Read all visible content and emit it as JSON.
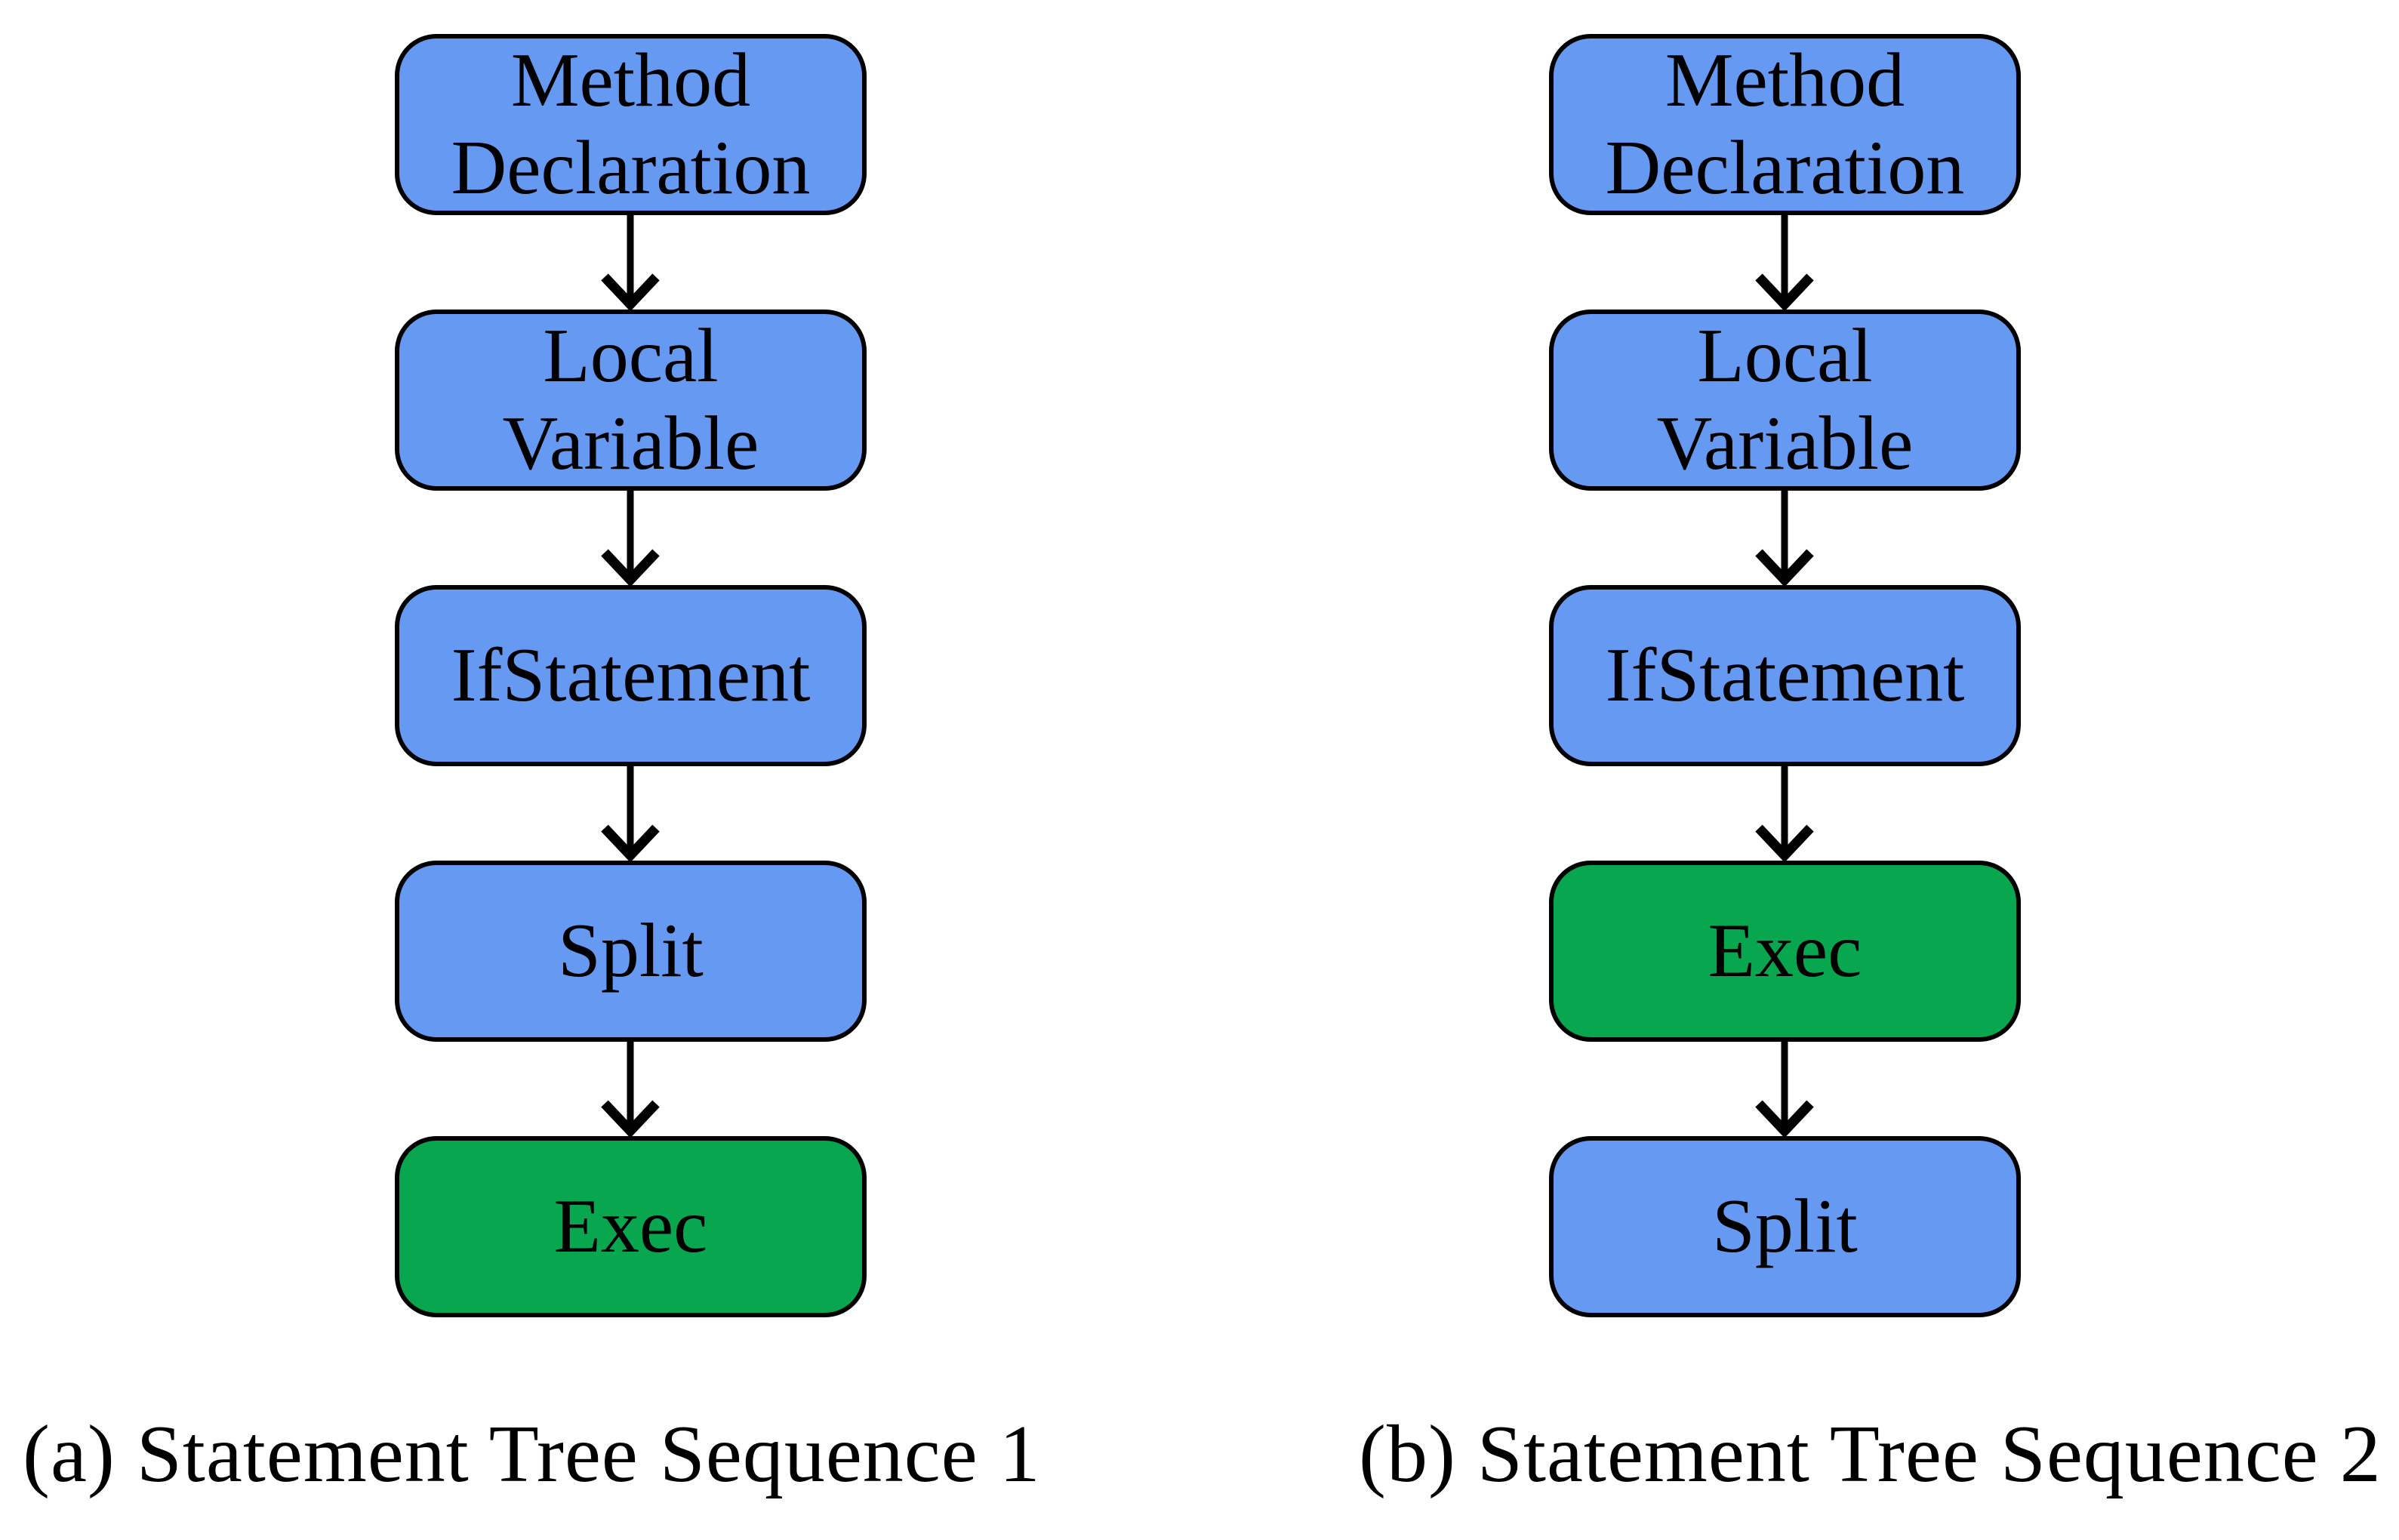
{
  "figure": {
    "background": "#ffffff",
    "colors": {
      "node_blue": "#6699f2",
      "node_green": "#07a64f",
      "node_border": "#000000",
      "arrow": "#000000",
      "text": "#000000"
    },
    "diagrams": [
      {
        "caption": "(a) Statement Tree Sequence 1",
        "nodes": [
          {
            "lines": [
              "Method",
              "Declaration"
            ],
            "fill": "#6699f2"
          },
          {
            "lines": [
              "Local",
              "Variable"
            ],
            "fill": "#6699f2"
          },
          {
            "lines": [
              "IfStatement"
            ],
            "fill": "#6699f2"
          },
          {
            "lines": [
              "Split"
            ],
            "fill": "#6699f2"
          },
          {
            "lines": [
              "Exec"
            ],
            "fill": "#07a64f"
          }
        ]
      },
      {
        "caption": "(b) Statement Tree Sequence 2",
        "nodes": [
          {
            "lines": [
              "Method",
              "Declaration"
            ],
            "fill": "#6699f2"
          },
          {
            "lines": [
              "Local",
              "Variable"
            ],
            "fill": "#6699f2"
          },
          {
            "lines": [
              "IfStatement"
            ],
            "fill": "#6699f2"
          },
          {
            "lines": [
              "Exec"
            ],
            "fill": "#07a64f"
          },
          {
            "lines": [
              "Split"
            ],
            "fill": "#6699f2"
          }
        ]
      }
    ]
  }
}
